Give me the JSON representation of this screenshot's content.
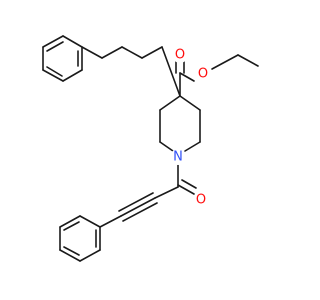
{
  "molecule": {
    "atoms": [
      {
        "id": "O_carbonyl_ester",
        "label": "O",
        "color": "#ff0d0d"
      },
      {
        "id": "O_ether_ester",
        "label": "O",
        "color": "#ff0d0d"
      },
      {
        "id": "N_piperidine",
        "label": "N",
        "color": "#3050f8"
      },
      {
        "id": "O_carbonyl_amide",
        "label": "O",
        "color": "#ff0d0d"
      }
    ],
    "bond_color": "#1a1a1a"
  }
}
